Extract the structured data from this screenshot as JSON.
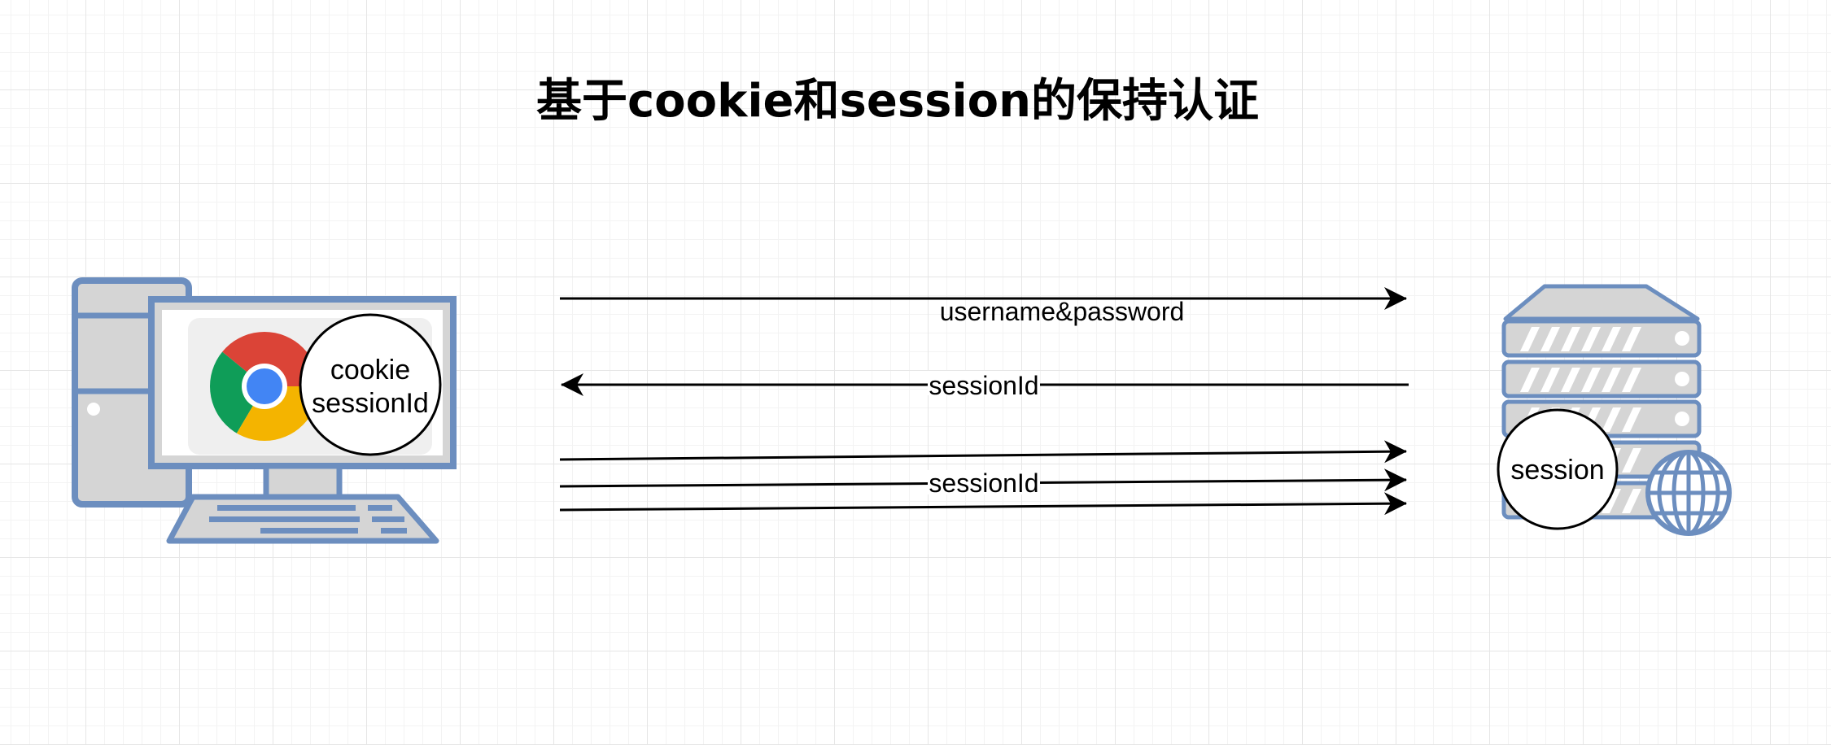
{
  "title": "基于cookie和session的保持认证",
  "client": {
    "icon": "desktop-computer-icon",
    "browser_icon": "chrome-browser-icon",
    "circle_line1": "cookie",
    "circle_line2": "sessionId"
  },
  "server": {
    "icon": "server-rack-icon",
    "globe_icon": "globe-icon",
    "circle_label": "session"
  },
  "messages": [
    {
      "label": "username&password",
      "direction": "client-to-server"
    },
    {
      "label": "sessionId",
      "direction": "server-to-client"
    },
    {
      "label": "sessionId",
      "direction": "client-to-server",
      "count": 3
    }
  ],
  "colors": {
    "device_stroke": "#6C8EBF",
    "device_fill": "#D5D5D5",
    "arrow": "#000000",
    "chrome_red": "#DB4437",
    "chrome_green": "#0F9D58",
    "chrome_yellow": "#F4B400",
    "chrome_blue": "#4285F4"
  }
}
